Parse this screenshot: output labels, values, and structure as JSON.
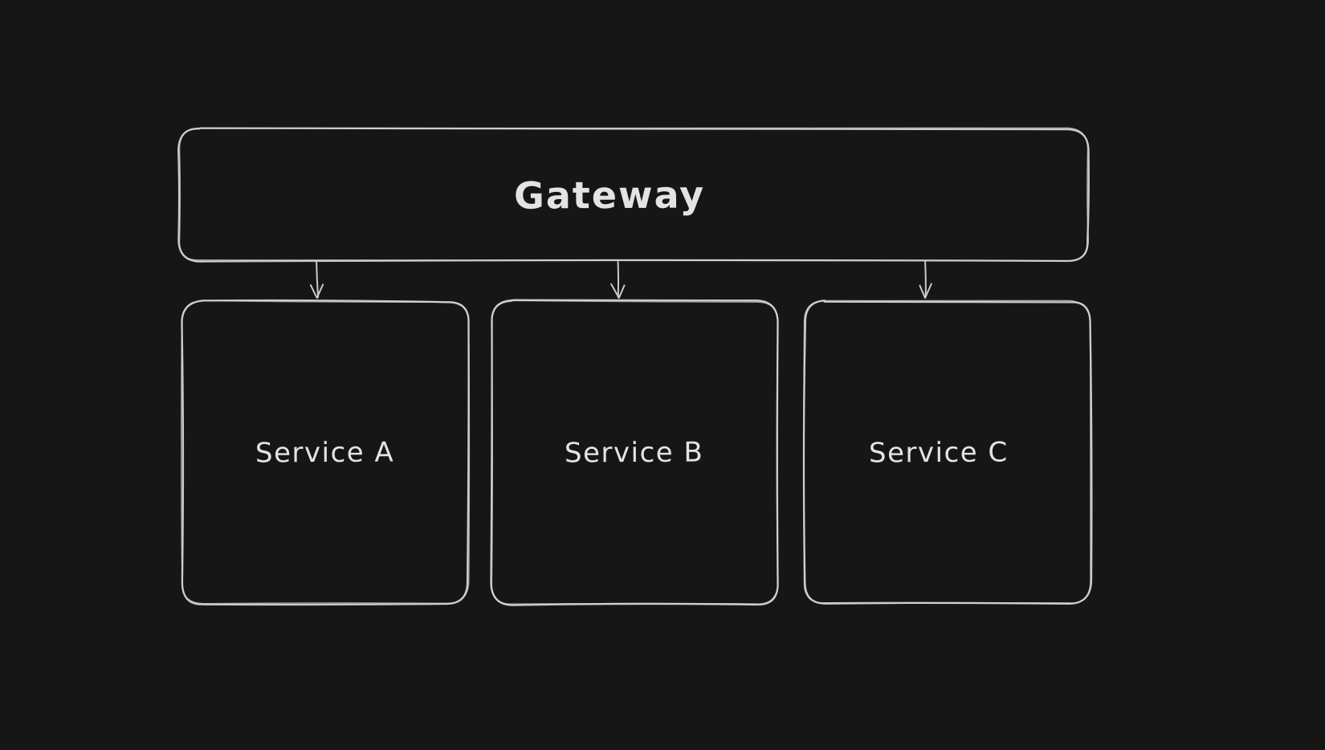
{
  "diagram": {
    "type": "flowchart",
    "nodes": {
      "gateway": {
        "id": "gateway",
        "label": "Gateway"
      },
      "services": [
        {
          "id": "service-a",
          "label": "Service A"
        },
        {
          "id": "service-b",
          "label": "Service B"
        },
        {
          "id": "service-c",
          "label": "Service C"
        }
      ]
    },
    "edges": [
      {
        "from": "Gateway",
        "to": "Service A",
        "style": "arrow-down"
      },
      {
        "from": "Gateway",
        "to": "Service B",
        "style": "arrow-down"
      },
      {
        "from": "Gateway",
        "to": "Service C",
        "style": "arrow-down"
      }
    ],
    "colors": {
      "background": "#161616",
      "stroke": "#d3d3d3",
      "text": "#e3e3e3"
    }
  }
}
